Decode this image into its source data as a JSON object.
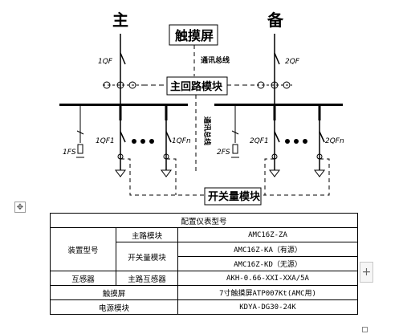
{
  "diagram": {
    "main_label": "主",
    "backup_label": "备",
    "touchscreen_label": "触摸屏",
    "comm_bus_label": "通讯总线",
    "main_circuit_module_label": "主回路模块",
    "comm_bus_vertical_label": "通讯总线",
    "switch_module_label": "开关量模块",
    "breakers": {
      "q1": "1QF",
      "q2": "2QF",
      "f1": "1FS",
      "f2": "2FS",
      "qf1_1": "1QF1",
      "qf1_n": "1QFn",
      "qf2_1": "2QF1",
      "qf2_n": "2QFn"
    }
  },
  "table": {
    "title": "配置仪表型号",
    "rows": [
      {
        "category": "装置型号",
        "item": "主路模块",
        "model": "AMC16Z-ZA"
      },
      {
        "category": "",
        "item": "开关量模块",
        "model": "AMC16Z-KA（有源）"
      },
      {
        "category": "",
        "item": "",
        "model": "AMC16Z-KD（无源）"
      },
      {
        "category": "互感器",
        "item": "主路互感器",
        "model": "AKH-0.66-XXI-XXA/5A"
      },
      {
        "category": "触摸屏",
        "item": "",
        "model": "7寸触摸屏ATP007Kt(AMC用)"
      },
      {
        "category": "电源模块",
        "item": "",
        "model": "KDYA-DG30-24K"
      }
    ]
  },
  "handles": {
    "move": "✥",
    "add": "+"
  }
}
